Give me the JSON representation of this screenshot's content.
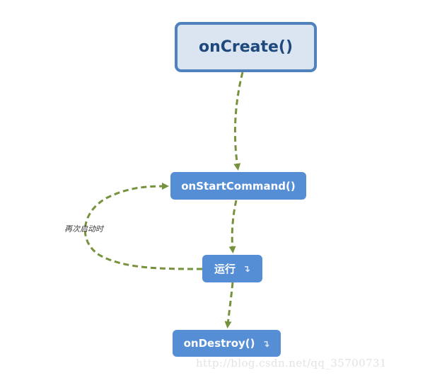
{
  "diagram": {
    "nodes": {
      "on_create": "onCreate()",
      "on_start_command": "onStartCommand()",
      "running": "运行",
      "on_destroy": "onDestroy()"
    },
    "loop_label": "再次启动时",
    "expand_icon_glyph": "↴"
  },
  "colors": {
    "arrow": "#76923c",
    "main_fill": "#dbe5f1",
    "main_border": "#4f81bd",
    "step_fill": "#558ed5"
  },
  "watermark": "http://blog.csdn.net/qq_35700731"
}
